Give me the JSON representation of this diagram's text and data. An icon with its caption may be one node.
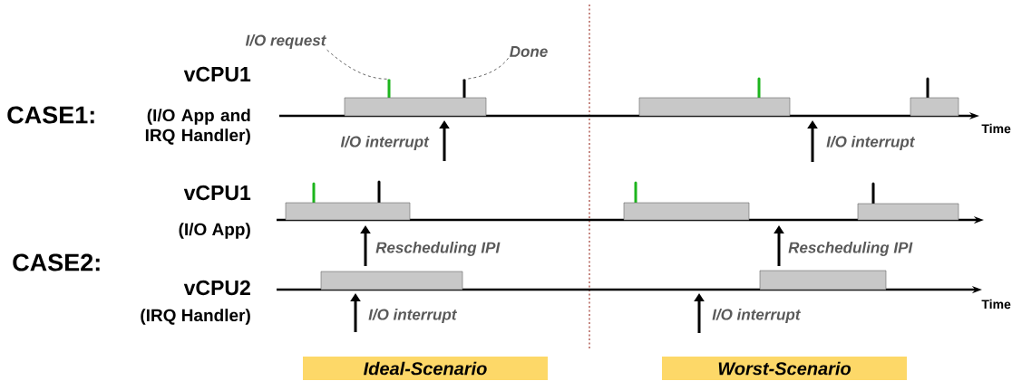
{
  "diagram": {
    "nodes": [
      {
        "text": [
          "I/O request"
        ]
      },
      {
        "text": [
          "Done"
        ]
      },
      {
        "text": [],
        "shape": "line"
      },
      {
        "text": [],
        "shape": "line"
      },
      {
        "text": [
          "Ideal-Scenario"
        ]
      },
      {
        "text": [
          "Worst-Scenario"
        ]
      },
      {
        "text": [],
        "shape": "bar"
      },
      {
        "text": [],
        "shape": "bar"
      },
      {
        "text": [],
        "shape": "bar"
      },
      {
        "text": [],
        "shape": "bar"
      },
      {
        "text": [],
        "shape": "bar"
      },
      {
        "text": [],
        "shape": "bar"
      },
      {
        "text": [],
        "shape": "bar"
      },
      {
        "text": [],
        "shape": "bar"
      }
    ],
    "edges": [
      {
        "from": 0,
        "to": 2,
        "arrow": "none",
        "style": "dashed"
      },
      {
        "from": 1,
        "to": 3,
        "arrow": "none",
        "style": "dashed"
      }
    ],
    "labels": [
      "vCPU1",
      "CASE1:",
      "(I/O App and IRQ Handler)",
      "Time",
      "I/O interrupt",
      "I/O interrupt",
      "vCPU1",
      "(I/O App)",
      "Rescheduling IPI",
      "Rescheduling IPI",
      "CASE2:",
      "vCPU2",
      "Time",
      "(IRQ Handler)",
      "I/O interrupt",
      "I/O interrupt"
    ]
  }
}
